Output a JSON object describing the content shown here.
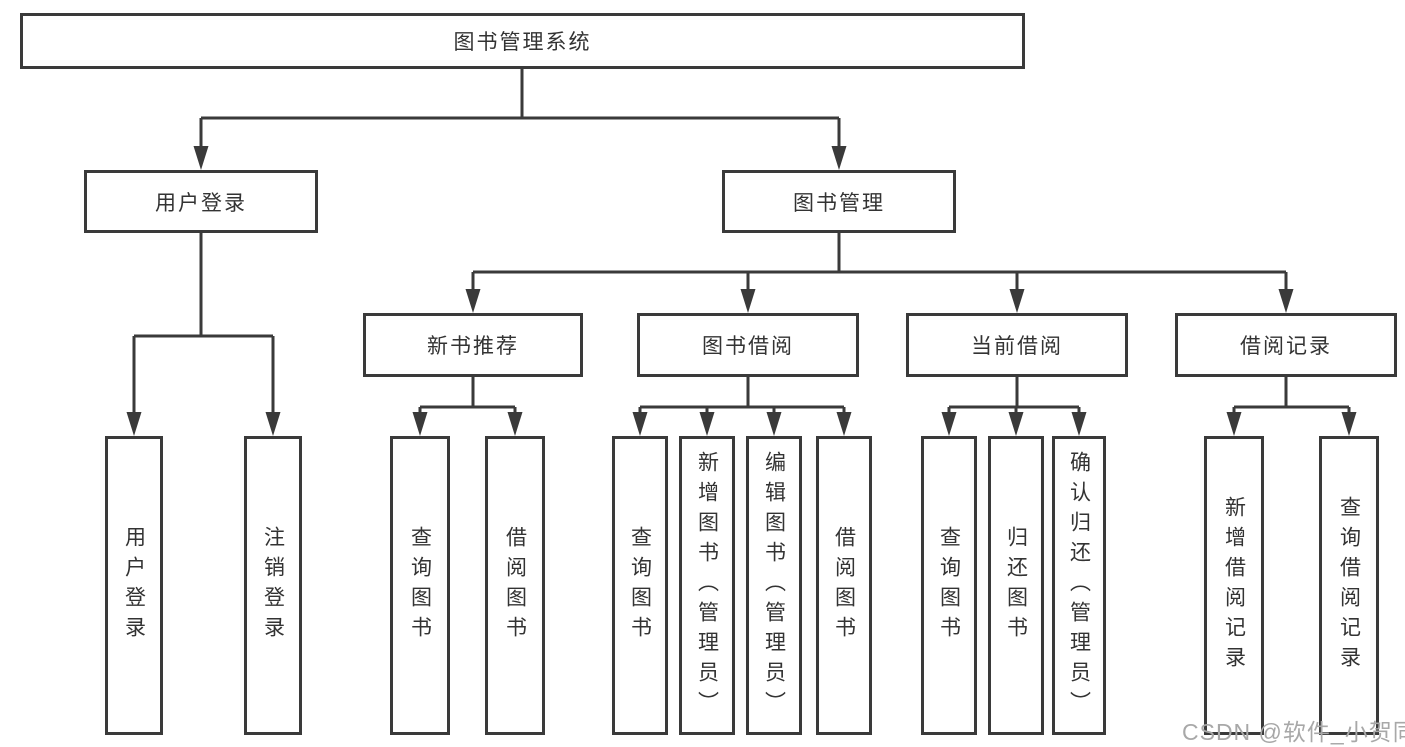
{
  "colors": {
    "background": "#ffffff",
    "line": "#3a3a3a",
    "box-border": "#3a3a3a",
    "text": "#333333",
    "watermark": "#a8a8a8"
  },
  "diagram": {
    "root": {
      "label": "图书管理系统"
    },
    "level2": [
      {
        "label": "用户登录"
      },
      {
        "label": "图书管理"
      }
    ],
    "level3": [
      {
        "label": "新书推荐"
      },
      {
        "label": "图书借阅"
      },
      {
        "label": "当前借阅"
      },
      {
        "label": "借阅记录"
      }
    ],
    "leaves": {
      "user_login": [
        {
          "label": "用户登录"
        },
        {
          "label": "注销登录"
        }
      ],
      "new_book": [
        {
          "label": "查询图书"
        },
        {
          "label": "借阅图书"
        }
      ],
      "book_borrow": [
        {
          "label": "查询图书"
        },
        {
          "label": "新增图书（管理员）"
        },
        {
          "label": "编辑图书（管理员）"
        },
        {
          "label": "借阅图书"
        }
      ],
      "current_borrow": [
        {
          "label": "查询图书"
        },
        {
          "label": "归还图书"
        },
        {
          "label": "确认归还（管理员）"
        }
      ],
      "borrow_record": [
        {
          "label": "新增借阅记录"
        },
        {
          "label": "查询借阅记录"
        }
      ]
    }
  },
  "watermark": {
    "text": "CSDN @软件_小贺同学"
  }
}
